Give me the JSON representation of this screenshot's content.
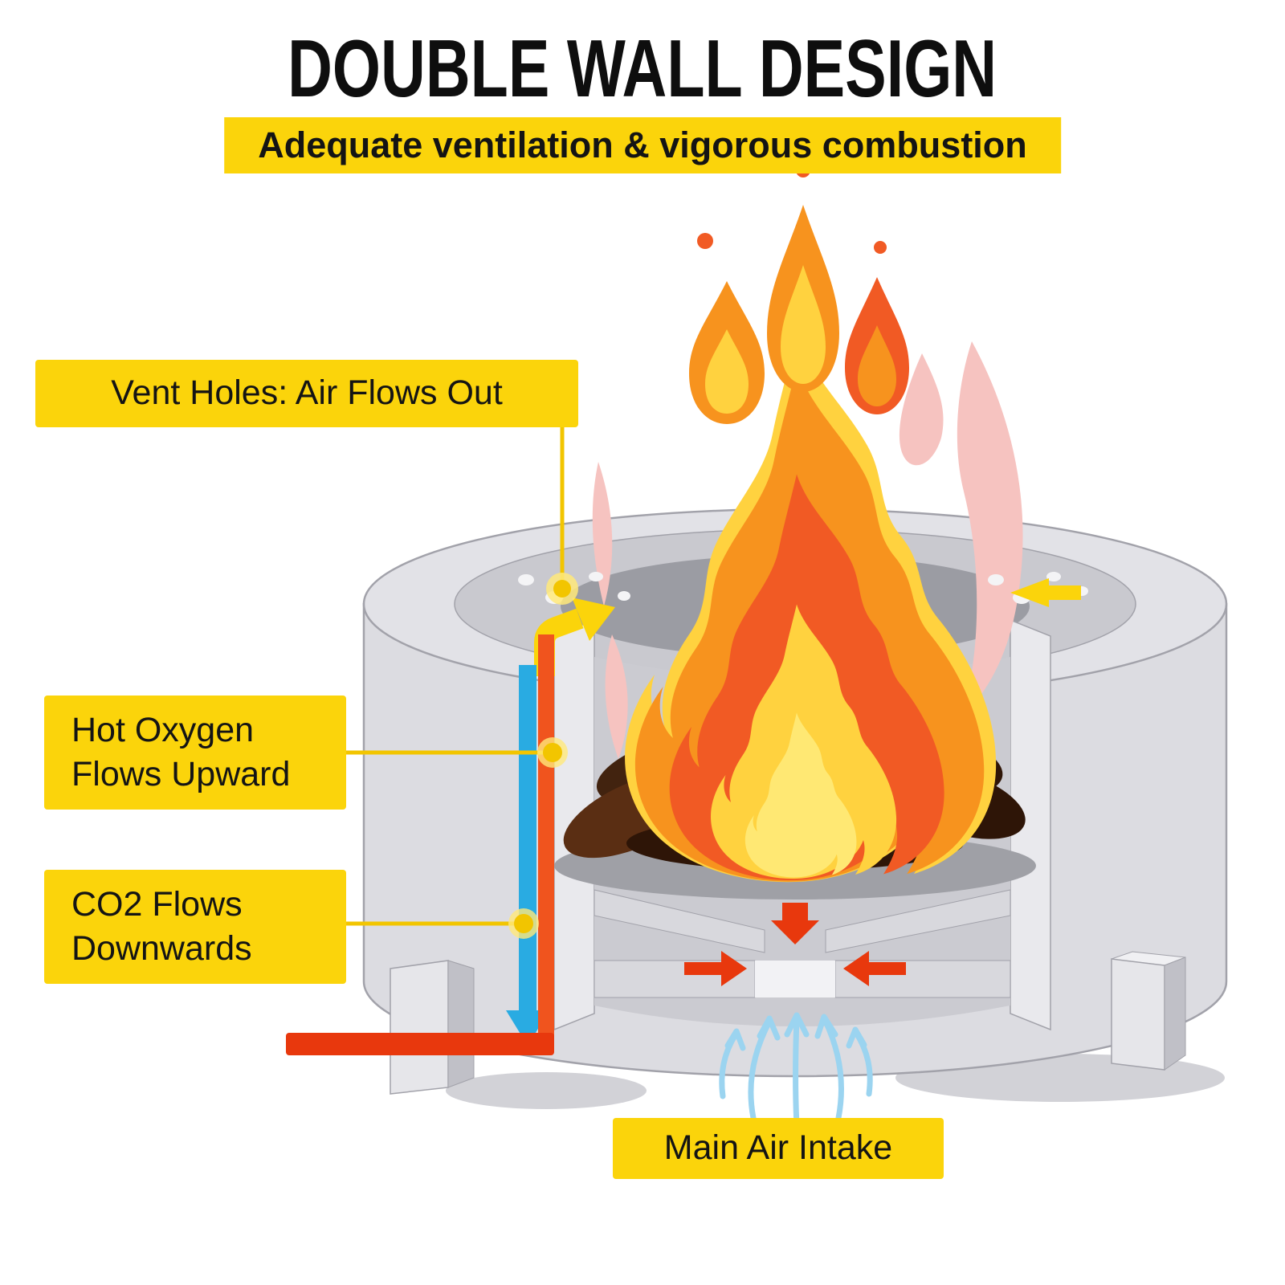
{
  "header": {
    "title": "DOUBLE WALL DESIGN",
    "subtitle": "Adequate ventilation & vigorous combustion"
  },
  "callouts": {
    "vent_holes": "Vent Holes: Air Flows Out",
    "hot_oxygen_line1": "Hot Oxygen",
    "hot_oxygen_line2": "Flows Upward",
    "co2_line1": "CO2 Flows",
    "co2_line2": "Downwards",
    "main_air_intake": "Main Air Intake"
  },
  "colors": {
    "label_yellow": "#FBD40B",
    "connector_yellow": "#F2C500",
    "title_color": "#0E0E0E",
    "text_color": "#141414",
    "flame_yellow": "#FFD23F",
    "flame_orange": "#F7931E",
    "flame_red": "#F15A24",
    "flame_core": "#FFE873",
    "smoke_pink": "#F6C3C0",
    "log_dark": "#2E1507",
    "log_mid": "#42230F",
    "log_light": "#5A2E13",
    "arrow_blue": "#29ABE2",
    "intake_blue": "#9BD4F0",
    "arrow_red": "#E8380D",
    "flow_orange": "#F0541E",
    "body_gray": "#DCDCE1",
    "rim_light": "#E2E2E7",
    "rim_mid": "#C9C9CF",
    "rim_hole": "#9B9CA3",
    "interior_gray": "#CBCBD1",
    "cut_gray": "#E9E9ED",
    "plate_gray": "#D8D8DD",
    "shadow_gray": "#D2D2D7",
    "ash_gray": "#9FA0A6",
    "outline_gray": "#A2A2AA"
  }
}
